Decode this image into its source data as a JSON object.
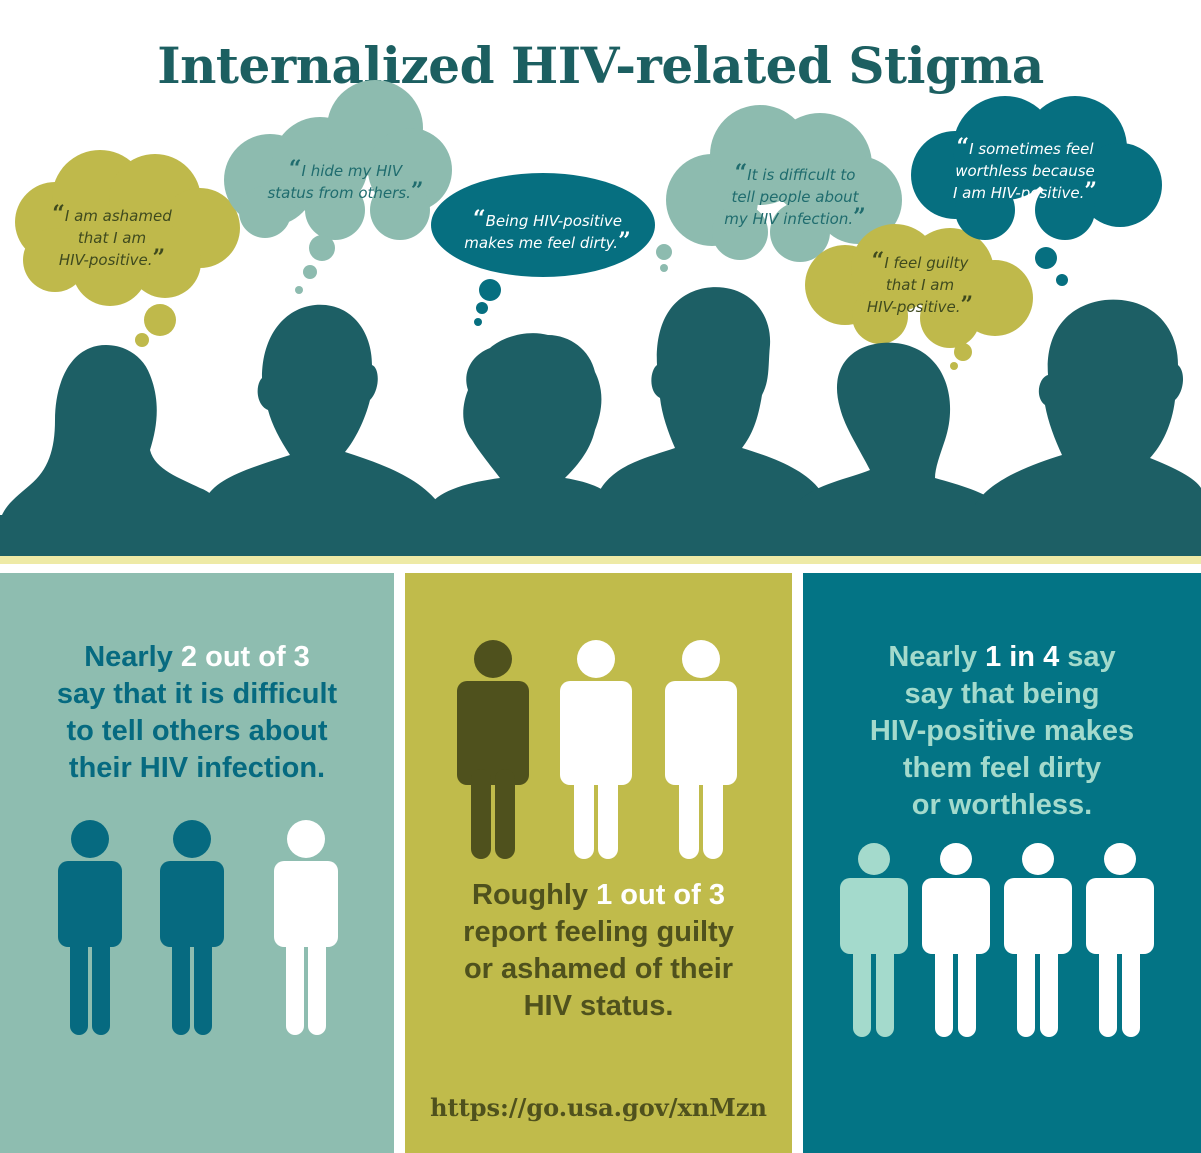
{
  "title": "Internalized HIV-related Stigma",
  "colors": {
    "title": "#1c5f61",
    "silhouette": "#1d5f65",
    "bubble_olive": "#bfb94b",
    "bubble_mint": "#8dbbaf",
    "bubble_teal": "#066f80",
    "stripe": "#eeeaa6",
    "panel_left": "#8ebdb0",
    "panel_middle": "#c0bb4b",
    "panel_right": "#037485"
  },
  "thoughts": [
    {
      "text_lines": [
        "I am ashamed",
        "that I am",
        "HIV-positive."
      ],
      "bubble_color": "olive"
    },
    {
      "text_lines": [
        "I hide my HIV",
        "status from others."
      ],
      "bubble_color": "mint"
    },
    {
      "text_lines": [
        "Being HIV-positive",
        "makes me feel dirty."
      ],
      "bubble_color": "teal"
    },
    {
      "text_lines": [
        "It is difficult to",
        "tell people about",
        "my HIV infection."
      ],
      "bubble_color": "mint"
    },
    {
      "text_lines": [
        "I feel guilty",
        "that I am",
        "HIV-positive."
      ],
      "bubble_color": "olive"
    },
    {
      "text_lines": [
        "I sometimes feel",
        "worthless because",
        "I am HIV-positive."
      ],
      "bubble_color": "teal"
    }
  ],
  "panels": {
    "left": {
      "prefix": "Nearly",
      "highlight": "2 out of 3",
      "line2": "say that it is difficult",
      "line3": "to tell others about",
      "line4": "their HIV infection.",
      "figures_highlighted": 2,
      "figures_total": 3
    },
    "middle": {
      "prefix": "Roughly",
      "highlight": "1 out of 3",
      "line2": "report feeling guilty",
      "line3": "or ashamed of their",
      "line4": "HIV status.",
      "figures_highlighted": 1,
      "figures_total": 3,
      "url": "https://go.usa.gov/xnMzn"
    },
    "right": {
      "prefix": "Nearly",
      "highlight": "1 in 4",
      "suffix": "say",
      "line2": "say that being",
      "line3": "HIV-positive makes",
      "line4": "them feel dirty",
      "line5": "or worthless.",
      "figures_highlighted": 1,
      "figures_total": 4
    }
  }
}
